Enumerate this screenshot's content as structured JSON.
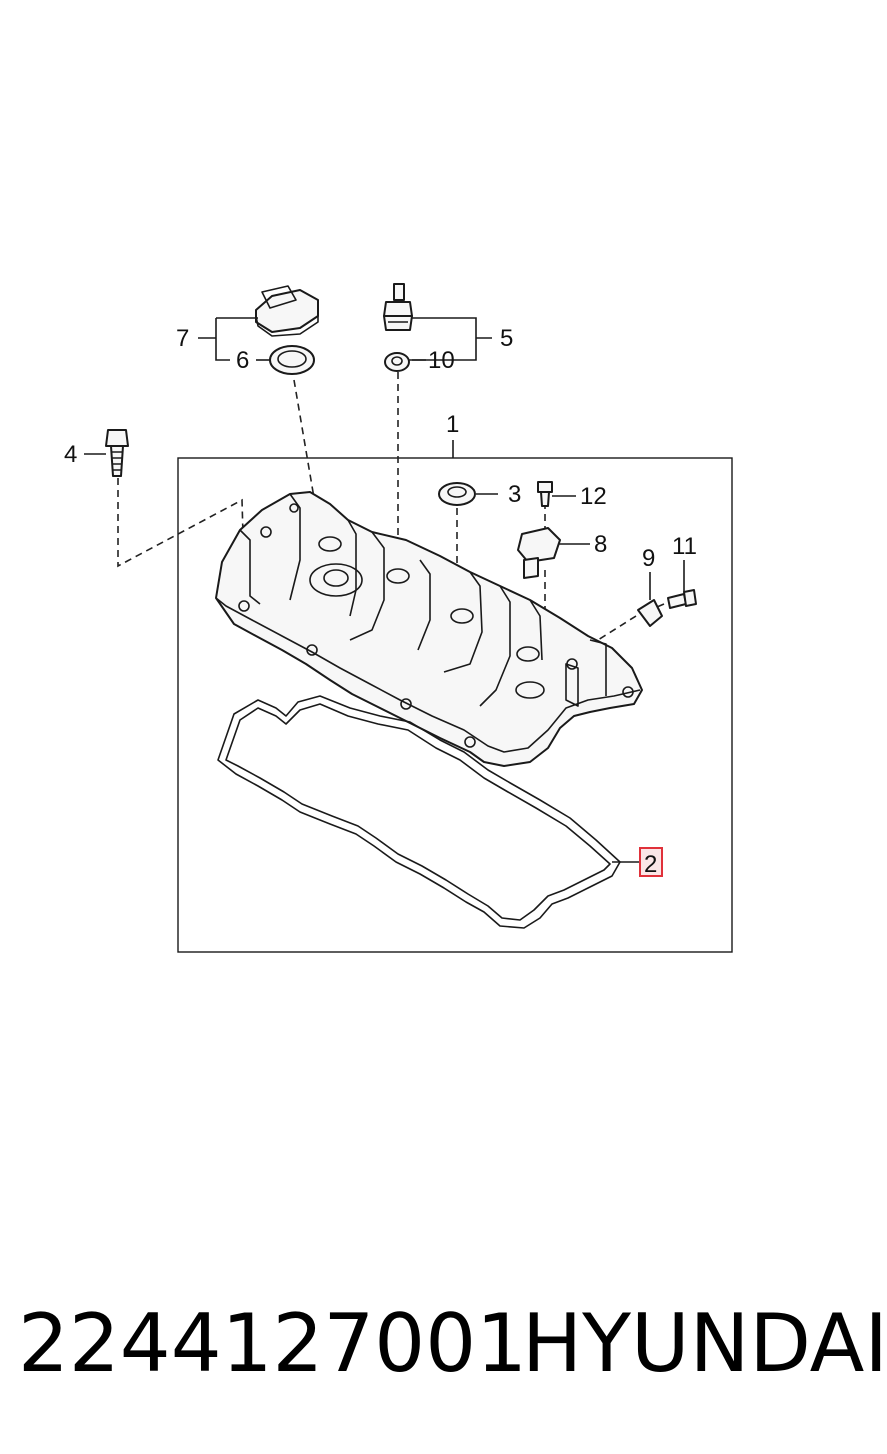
{
  "callouts": {
    "c1": "1",
    "c2": "2",
    "c3": "3",
    "c4": "4",
    "c5": "5",
    "c6": "6",
    "c7": "7",
    "c8": "8",
    "c9": "9",
    "c10": "10",
    "c11": "11",
    "c12": "12"
  },
  "highlight": {
    "callout": "2",
    "color": "#e0313a"
  },
  "footer": {
    "part_number": "2244127001",
    "brand": "HYUNDAI"
  }
}
